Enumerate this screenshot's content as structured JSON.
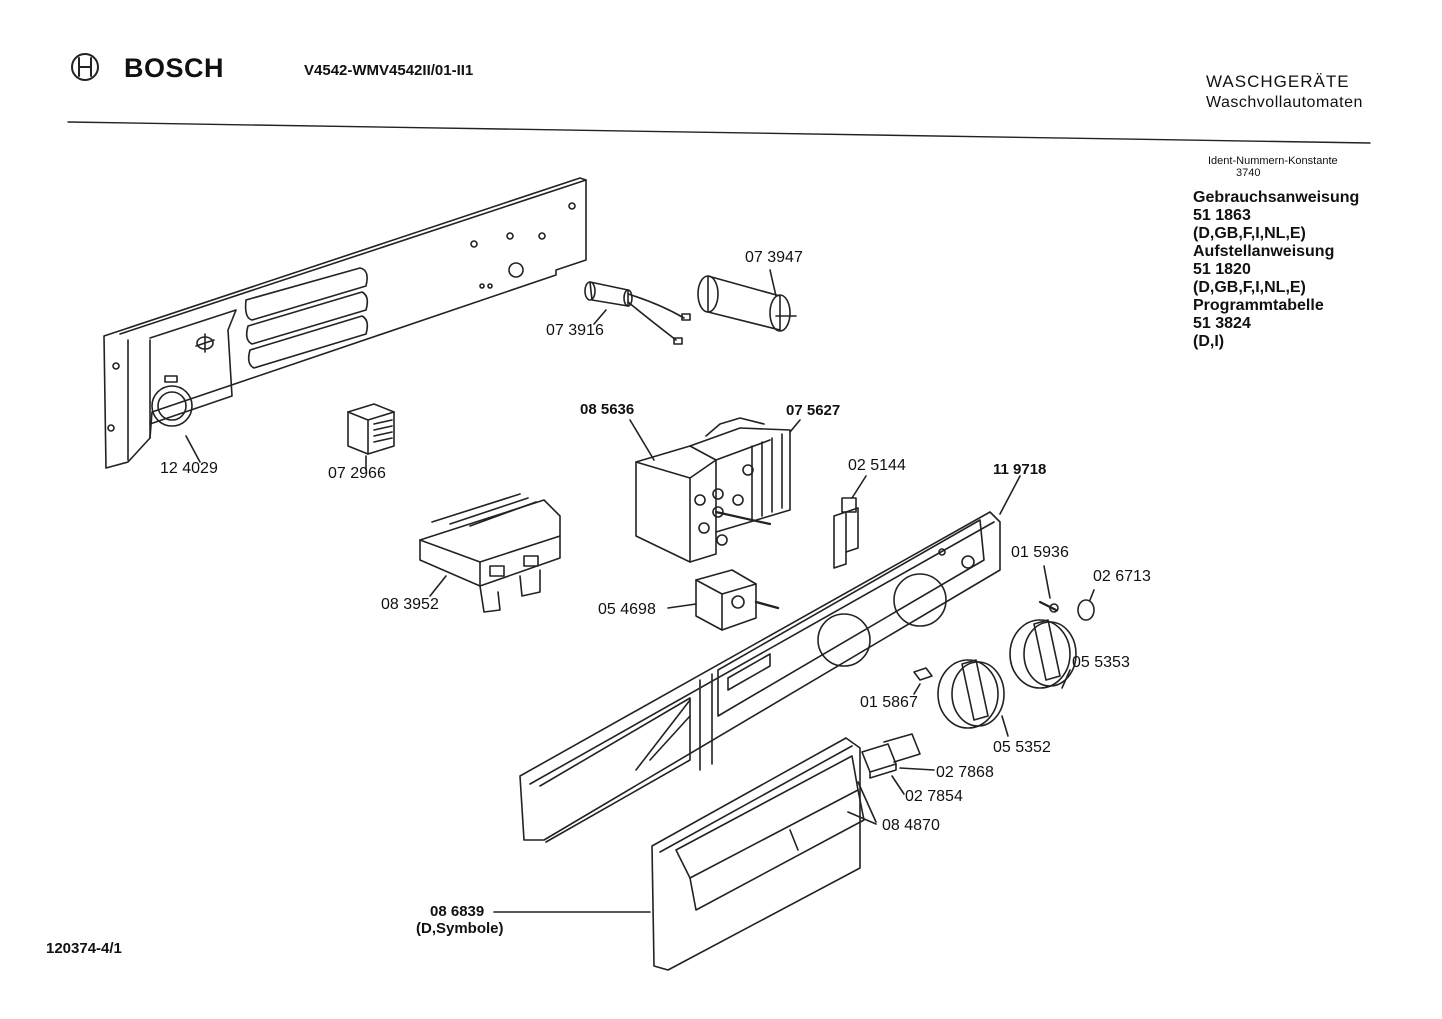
{
  "header": {
    "brand": "BOSCH",
    "model_code": "V4542-WMV4542II/01-II1",
    "category_line1": "WASCHGERÄTE",
    "category_line2": "Waschvollautomaten"
  },
  "ident": {
    "label": "Ident-Nummern-Konstante",
    "value": "3740"
  },
  "documents": [
    {
      "title": "Gebrauchsanweisung",
      "number": "51 1863",
      "languages": "(D,GB,F,I,NL,E)"
    },
    {
      "title": "Aufstellanweisung",
      "number": "51 1820",
      "languages": "(D,GB,F,I,NL,E)"
    },
    {
      "title": "Programmtabelle",
      "number": "51 3824",
      "languages": "(D,I)"
    }
  ],
  "parts": {
    "p073947": "07 3947",
    "p073916": "07 3916",
    "p124029": "12 4029",
    "p072966": "07 2966",
    "p085636": "08 5636",
    "p075627": "07 5627",
    "p025144": "02 5144",
    "p119718": "11 9718",
    "p015936": "01 5936",
    "p026713": "02 6713",
    "p083952": "08 3952",
    "p054698": "05 4698",
    "p055353": "05 5353",
    "p015867": "01 5867",
    "p055352": "05 5352",
    "p027868": "02 7868",
    "p027854": "02 7854",
    "p084870": "08 4870",
    "p086839": "08 6839",
    "p086839_note": "(D,Symbole)"
  },
  "footer": {
    "drawing_number": "120374-4/1"
  }
}
